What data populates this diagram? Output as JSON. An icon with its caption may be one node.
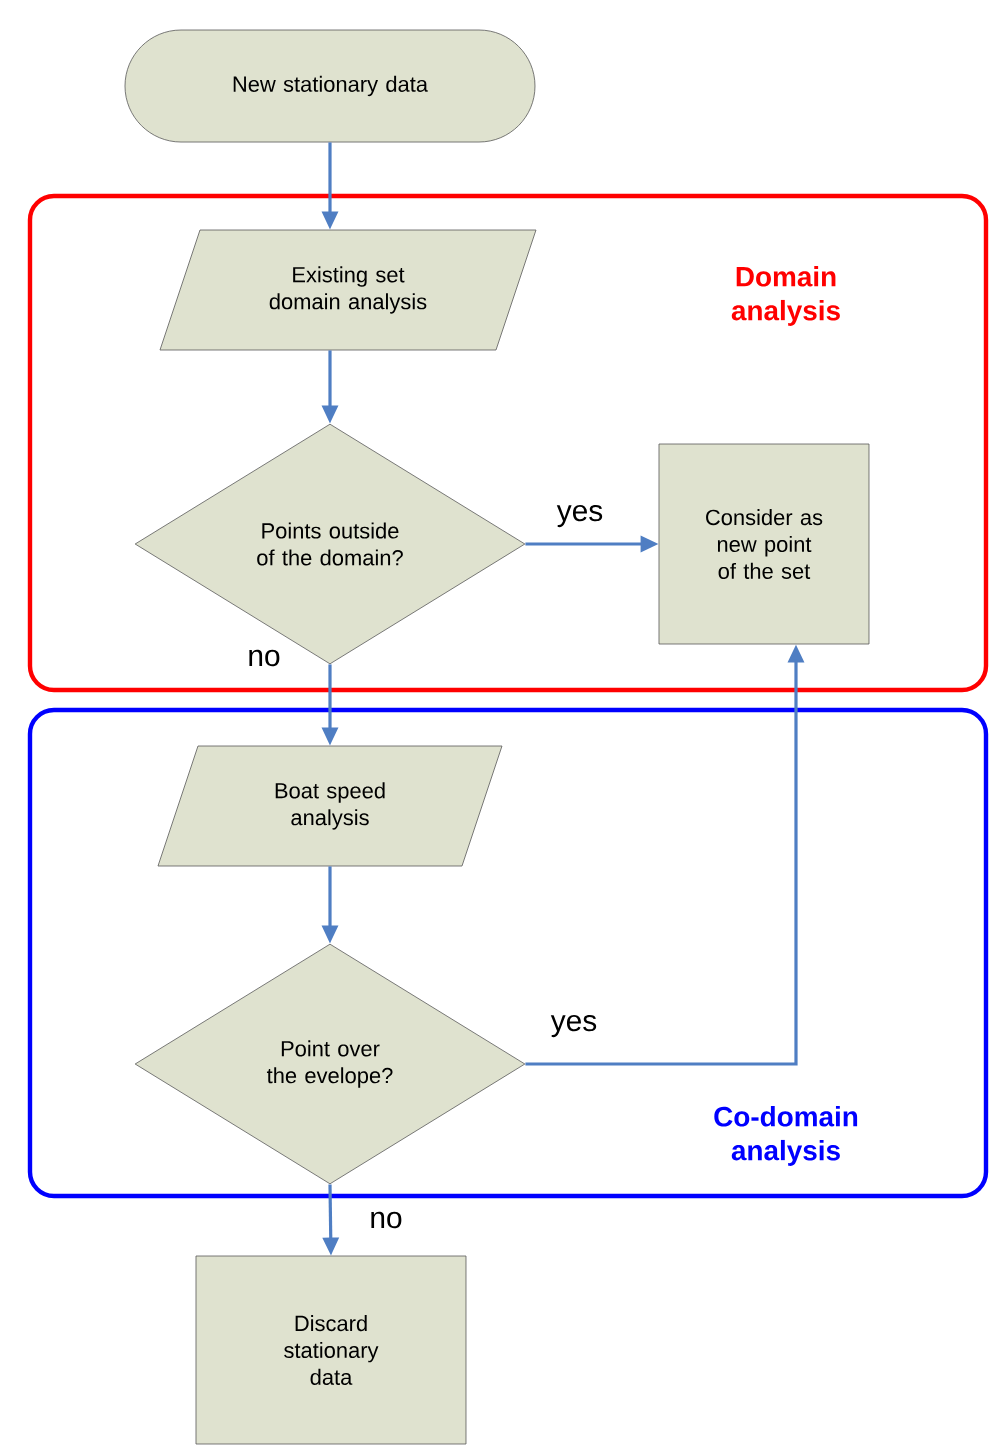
{
  "diagram": {
    "nodes": [
      {
        "text": [
          "New stationary data"
        ]
      },
      {
        "text": [
          "Domain analysis"
        ]
      },
      {
        "text": [
          "Existing set domain analysis"
        ],
        "in": 1
      },
      {
        "text": [
          "Points outside of the domain?"
        ],
        "in": 1
      },
      {
        "text": [
          "Consider as new point of the set"
        ],
        "in": 1
      },
      {
        "text": [
          "Co-domain analysis"
        ]
      },
      {
        "text": [
          "Boat speed analysis"
        ],
        "in": 5
      },
      {
        "text": [
          "Point over the evelope?"
        ],
        "in": 5
      },
      {
        "text": [
          "Discard stationary data"
        ]
      }
    ],
    "edges": [
      {
        "from": 0,
        "to": 2,
        "arrow": "to"
      },
      {
        "from": 2,
        "to": 3,
        "arrow": "to"
      },
      {
        "from": 3,
        "to": 4,
        "arrow": "to",
        "label": "yes"
      },
      {
        "from": 3,
        "to": 6,
        "arrow": "to",
        "label": "no"
      },
      {
        "from": 7,
        "to": 4,
        "arrow": "to",
        "label": "yes"
      },
      {
        "from": 6,
        "to": 7,
        "arrow": "to"
      },
      {
        "from": 7,
        "to": 8,
        "arrow": "to",
        "label": "no"
      }
    ]
  }
}
